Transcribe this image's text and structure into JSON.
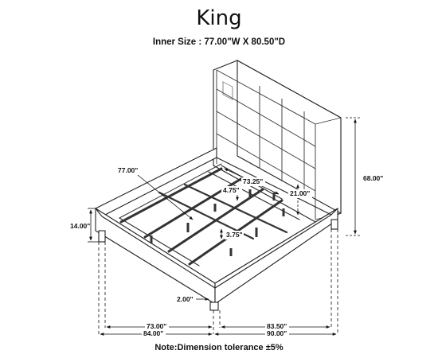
{
  "title": "King",
  "inner_size": "Inner Size : 77.00\"W X 80.50\"D",
  "note": "Note:Dimension tolerance ±5%",
  "dimensions": {
    "slat_length": "77.00\"",
    "slat_width": "73.25\"",
    "headboard_height": "68.00\"",
    "leg_spacing": "4.75\"",
    "headboard_to_rail": "21.00\"",
    "rail_height": "14.00\"",
    "slat_gap": "3.75\"",
    "leg_height": "2.00\"",
    "inner_length": "73.00\"",
    "inner_width": "83.50\"",
    "overall_length": "84.00\"",
    "overall_width": "90.00\""
  }
}
